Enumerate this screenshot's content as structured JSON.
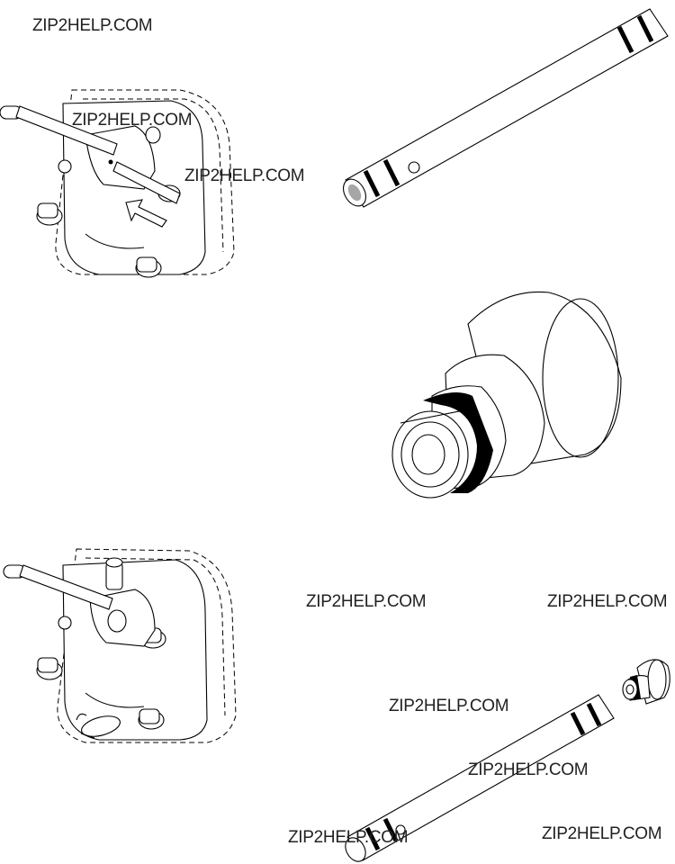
{
  "watermarks": [
    "ZIP2HELP.COM",
    "ZIP2HELP.COM",
    "ZIP2HELP.COM",
    "ZIP2HELP.COM",
    "ZIP2HELP.COM",
    "ZIP2HELP.COM",
    "ZIP2HELP.COM",
    "ZIP2HELP.COM",
    "ZIP2HELP.COM"
  ],
  "figures": [
    {
      "name": "carburetor-assembly-with-arrow"
    },
    {
      "name": "long-tube-tool"
    },
    {
      "name": "stepped-adapter"
    },
    {
      "name": "carburetor-assembly-with-tool"
    },
    {
      "name": "tube-with-adapter"
    }
  ]
}
